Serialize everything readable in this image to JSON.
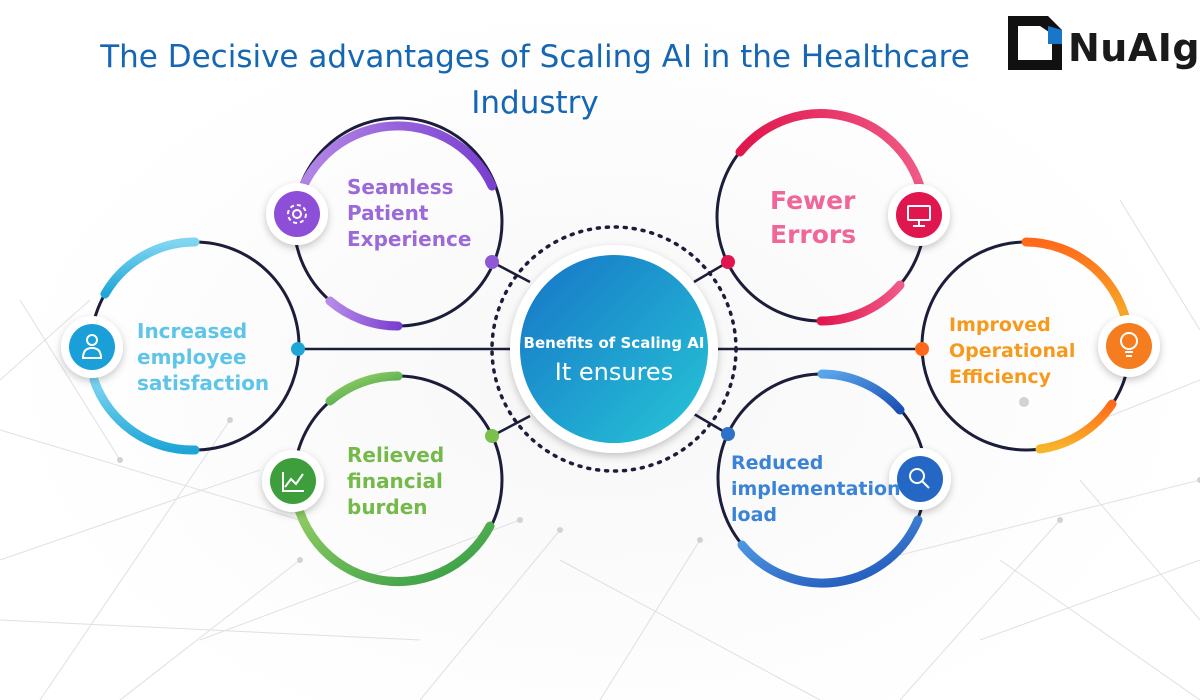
{
  "header": {
    "title_line1": "The Decisive advantages of Scaling AI in the Healthcare",
    "title_line2": "Industry"
  },
  "logo": {
    "text": "NuAIg",
    "icon": "nuaig-bracket-logo"
  },
  "center": {
    "heading": "Benefits of Scaling AI",
    "subheading": "It ensures",
    "color_start": "#1680d0",
    "color_end": "#23c2d6"
  },
  "benefits": [
    {
      "id": "seamless",
      "lines": [
        "Seamless",
        "Patient",
        "Experience"
      ],
      "color": "#9b6ad8",
      "icon": "gear-icon"
    },
    {
      "id": "employee",
      "lines": [
        "Increased",
        "employee",
        "satisfaction"
      ],
      "color": "#5ec5e8",
      "icon": "person-icon"
    },
    {
      "id": "financial",
      "lines": [
        "Relieved",
        "financial",
        "burden"
      ],
      "color": "#74b94a",
      "icon": "trend-chart-icon"
    },
    {
      "id": "errors",
      "lines": [
        "Fewer",
        "Errors"
      ],
      "color": "#f0669a",
      "icon": "monitor-icon"
    },
    {
      "id": "operational",
      "lines": [
        "Improved",
        "Operational",
        "Efficiency"
      ],
      "color": "#f59a1c",
      "icon": "lightbulb-icon"
    },
    {
      "id": "implementation",
      "lines": [
        "Reduced",
        "implementation",
        "load"
      ],
      "color": "#3a83d6",
      "icon": "magnifier-icon"
    }
  ]
}
